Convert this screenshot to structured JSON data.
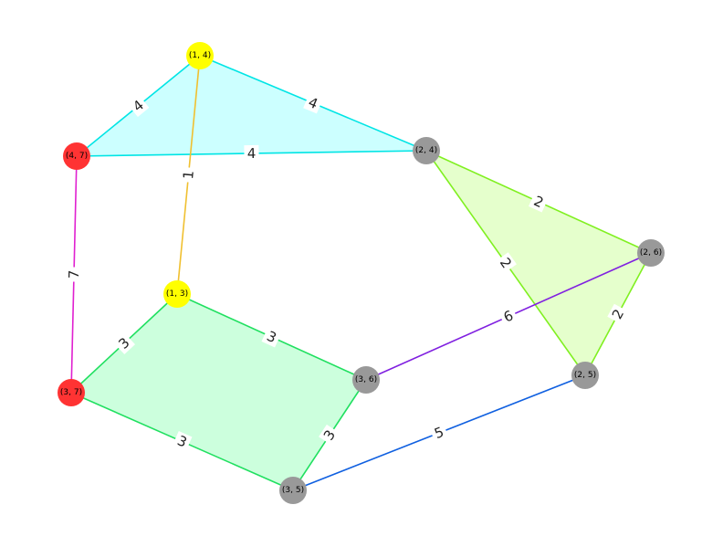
{
  "nodes": [
    {
      "id": "n14",
      "label": "(1, 4)",
      "color": "#ffff00"
    },
    {
      "id": "n47",
      "label": "(4, 7)",
      "color": "#ff3333"
    },
    {
      "id": "n24",
      "label": "(2, 4)",
      "color": "#999999"
    },
    {
      "id": "n26",
      "label": "(2, 6)",
      "color": "#999999"
    },
    {
      "id": "n13",
      "label": "(1, 3)",
      "color": "#ffff00"
    },
    {
      "id": "n36",
      "label": "(3, 6)",
      "color": "#999999"
    },
    {
      "id": "n37",
      "label": "(3, 7)",
      "color": "#ff3333"
    },
    {
      "id": "n25",
      "label": "(2, 5)",
      "color": "#999999"
    },
    {
      "id": "n35",
      "label": "(3, 5)",
      "color": "#999999"
    }
  ],
  "edges": [
    {
      "id": "e14-47",
      "from": "n14",
      "to": "n47",
      "weight": "4",
      "color": "#00e5e5"
    },
    {
      "id": "e14-24",
      "from": "n14",
      "to": "n24",
      "weight": "4",
      "color": "#00e5e5"
    },
    {
      "id": "e47-24",
      "from": "n47",
      "to": "n24",
      "weight": "4",
      "color": "#00e5e5"
    },
    {
      "id": "e14-13",
      "from": "n14",
      "to": "n13",
      "weight": "1",
      "color": "#f0c030"
    },
    {
      "id": "e47-37",
      "from": "n47",
      "to": "n37",
      "weight": "7",
      "color": "#e020d0"
    },
    {
      "id": "e24-26",
      "from": "n24",
      "to": "n26",
      "weight": "2",
      "color": "#80f020"
    },
    {
      "id": "e24-25",
      "from": "n24",
      "to": "n25",
      "weight": "2",
      "color": "#80f020"
    },
    {
      "id": "e26-25",
      "from": "n26",
      "to": "n25",
      "weight": "2",
      "color": "#80f020"
    },
    {
      "id": "e13-37",
      "from": "n13",
      "to": "n37",
      "weight": "3",
      "color": "#20e060"
    },
    {
      "id": "e13-36",
      "from": "n13",
      "to": "n36",
      "weight": "3",
      "color": "#20e060"
    },
    {
      "id": "e37-35",
      "from": "n37",
      "to": "n35",
      "weight": "3",
      "color": "#20e060"
    },
    {
      "id": "e36-35",
      "from": "n36",
      "to": "n35",
      "weight": "3",
      "color": "#20e060"
    },
    {
      "id": "e36-26",
      "from": "n36",
      "to": "n26",
      "weight": "6",
      "color": "#8020e0"
    },
    {
      "id": "e35-25",
      "from": "n35",
      "to": "n25",
      "weight": "5",
      "color": "#1060e0"
    }
  ],
  "regions": [
    {
      "id": "region-cyan-triangle",
      "nodes": [
        "n14",
        "n24",
        "n47"
      ],
      "color": "#ccffff"
    },
    {
      "id": "region-lime-triangle",
      "nodes": [
        "n24",
        "n26",
        "n25"
      ],
      "color": "#e5ffcc"
    },
    {
      "id": "region-green-quad",
      "nodes": [
        "n13",
        "n36",
        "n35",
        "n37"
      ],
      "color": "#ccffdd"
    }
  ]
}
